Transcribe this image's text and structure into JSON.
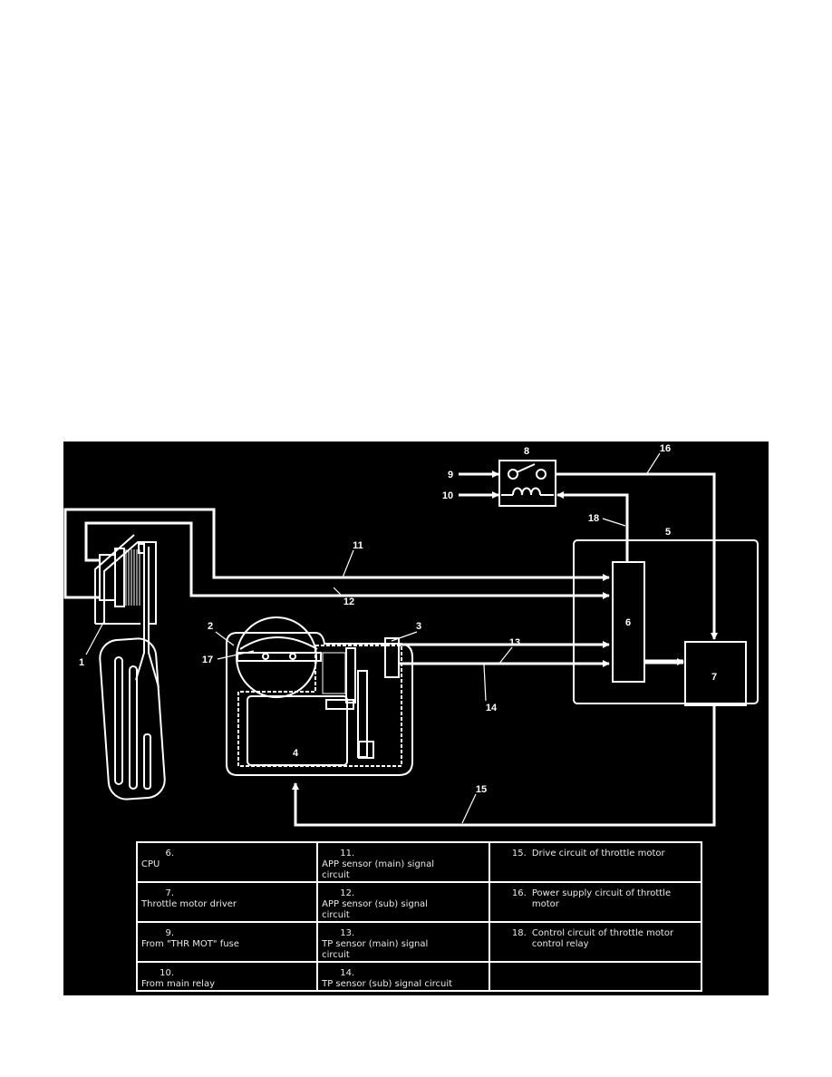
{
  "callouts": {
    "c1": "1",
    "c2": "2",
    "c3": "3",
    "c4": "4",
    "c5": "5",
    "c6": "6",
    "c7": "7",
    "c8": "8",
    "c9": "9",
    "c10": "10",
    "c11": "11",
    "c12": "12",
    "c13": "13",
    "c14": "14",
    "c15": "15",
    "c16": "16",
    "c17": "17",
    "c18": "18"
  },
  "colors": {
    "background": "#000000",
    "lines": "#ffffff"
  },
  "legend": [
    [
      {
        "num": "6.",
        "text": "CPU"
      },
      {
        "num": "11.",
        "text": "APP sensor (main) signal circuit"
      },
      {
        "num": "15.",
        "text": "Drive circuit of throttle motor"
      }
    ],
    [
      {
        "num": "7.",
        "text": "Throttle motor driver"
      },
      {
        "num": "12.",
        "text": "APP sensor (sub) signal circuit"
      },
      {
        "num": "16.",
        "text": "Power supply circuit of throttle motor"
      }
    ],
    [
      {
        "num": "9.",
        "text": "From \"THR MOT\" fuse"
      },
      {
        "num": "13.",
        "text": "TP sensor (main) signal circuit"
      },
      {
        "num": "18.",
        "text": "Control circuit of throttle motor control relay"
      }
    ],
    [
      {
        "num": "10.",
        "text": "From main relay"
      },
      {
        "num": "14.",
        "text": "TP sensor (sub) signal circuit"
      },
      {
        "num": "",
        "text": ""
      }
    ]
  ]
}
